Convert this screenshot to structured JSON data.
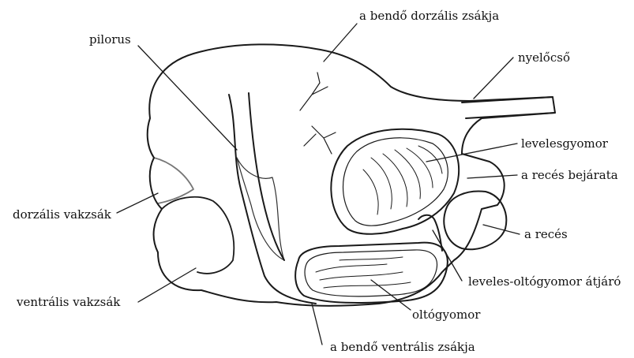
{
  "labels": {
    "dorsal_sac": "a bendő dorzális zsákja",
    "pylorus": "pilorus",
    "esophagus": "nyelőcső",
    "omasum": "levelesgyomor",
    "reticulum_entrance": "a recés bejárata",
    "dorsal_blind_sac": "dorzális vakzsák",
    "reticulum": "a recés",
    "omasum_abomasum_passage": "leveles-oltógyomor átjáró",
    "ventral_blind_sac": "ventrális vakzsák",
    "abomasum": "oltógyomor",
    "ventral_sac": "a bendő ventrális zsákja"
  },
  "colors": {
    "ink": "#1a1a1a",
    "paper": "#ffffff"
  }
}
